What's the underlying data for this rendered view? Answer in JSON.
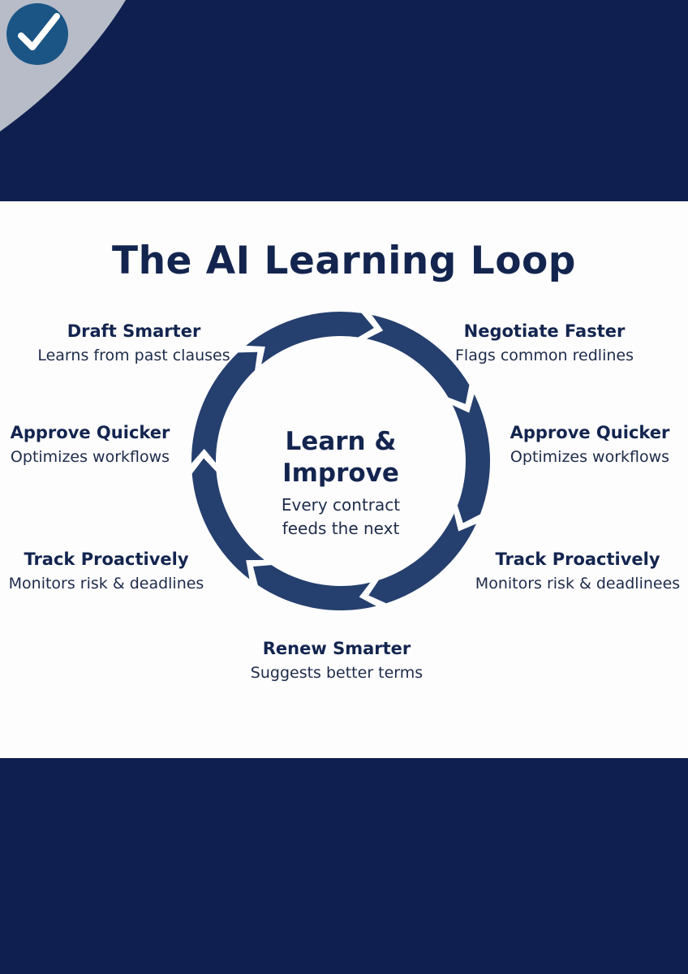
{
  "title": "The AI Learning Loop",
  "center": {
    "title_line1": "Learn &",
    "title_line2": "Improve",
    "sub_line1": "Every contract",
    "sub_line2": "feeds the next"
  },
  "stages": [
    {
      "title": "Draft Smarter",
      "desc": "Learns from past clauses"
    },
    {
      "title": "Negotiate Faster",
      "desc": "Flags common redlines"
    },
    {
      "title": "Approve Quicker",
      "desc": "Optimizes workflows"
    },
    {
      "title": "Approve Quicker",
      "desc": "Optimizes workflows"
    },
    {
      "title": "Track Proactively",
      "desc": "Monitors risk & deadlines"
    },
    {
      "title": "Track Proactively",
      "desc": "Monitors risk & deadlinees"
    },
    {
      "title": "Renew Smarter",
      "desc": "Suggests better terms"
    }
  ],
  "colors": {
    "navy": "#0f2050",
    "ring": "#253f6e",
    "text": "#13254f",
    "badge": "#1a5585",
    "corner": "#b7bcc8"
  },
  "icons": {
    "logo": "check-badge-icon"
  }
}
